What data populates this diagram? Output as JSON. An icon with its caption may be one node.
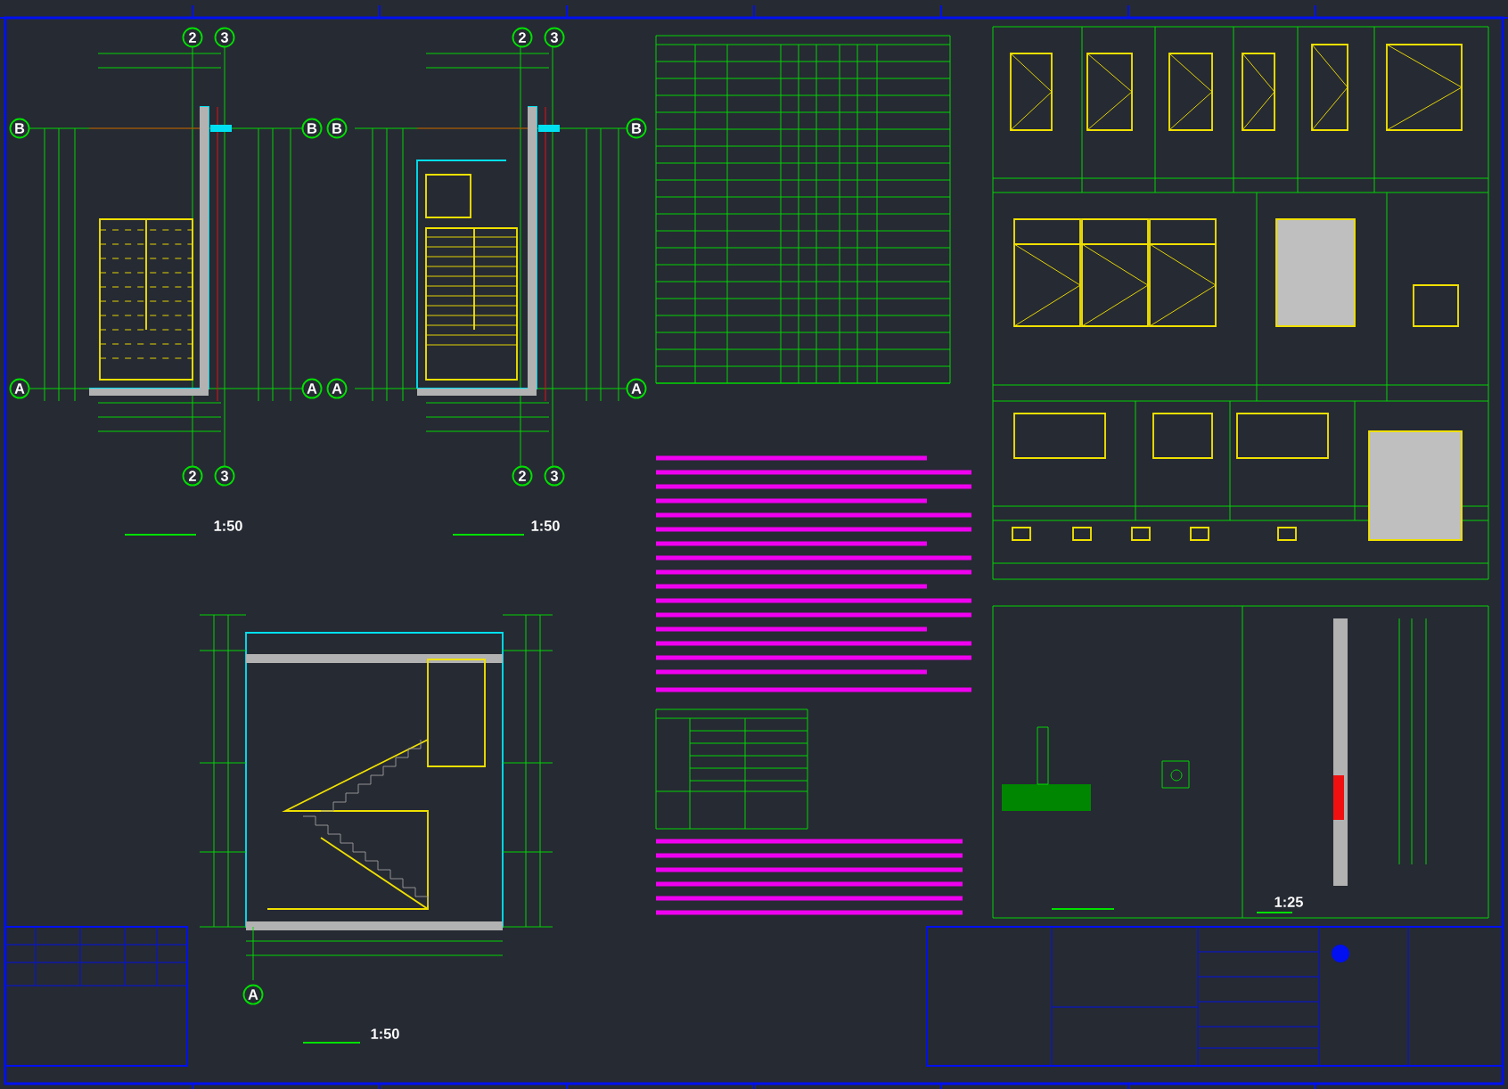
{
  "diagram": {
    "labels": [
      "2",
      "3",
      "B",
      "B",
      "A",
      "A",
      "2",
      "3",
      "1:50",
      "2",
      "3",
      "B",
      "B",
      "A",
      "A",
      "2",
      "3",
      "1:50",
      "A",
      "1:50",
      "1:25"
    ]
  }
}
